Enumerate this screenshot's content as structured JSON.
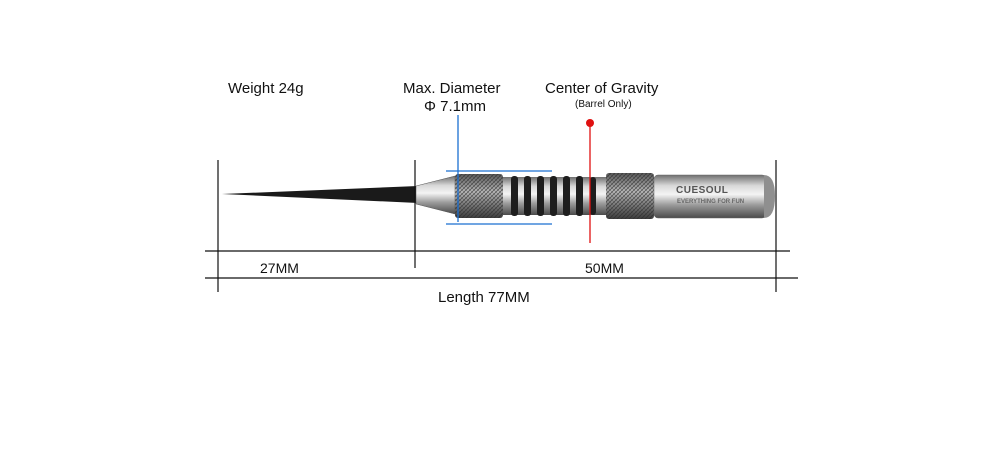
{
  "labels": {
    "weight": "Weight  24g",
    "max_diameter": "Max. Diameter",
    "diameter_value": "Φ 7.1mm",
    "center_of_gravity": "Center of Gravity",
    "cog_note": "(Barrel Only)",
    "point_length": "27MM",
    "barrel_length": "50MM",
    "total_length": "Length 77MM"
  },
  "barrel_engraving": {
    "line1": "CUESOUL",
    "line2": "EVERYTHING FOR FUN"
  },
  "colors": {
    "diameter_marker": "#1b6fd1",
    "gravity_marker": "#e01010",
    "dimension_lines": "#111111",
    "point": "#1a1a1a"
  }
}
